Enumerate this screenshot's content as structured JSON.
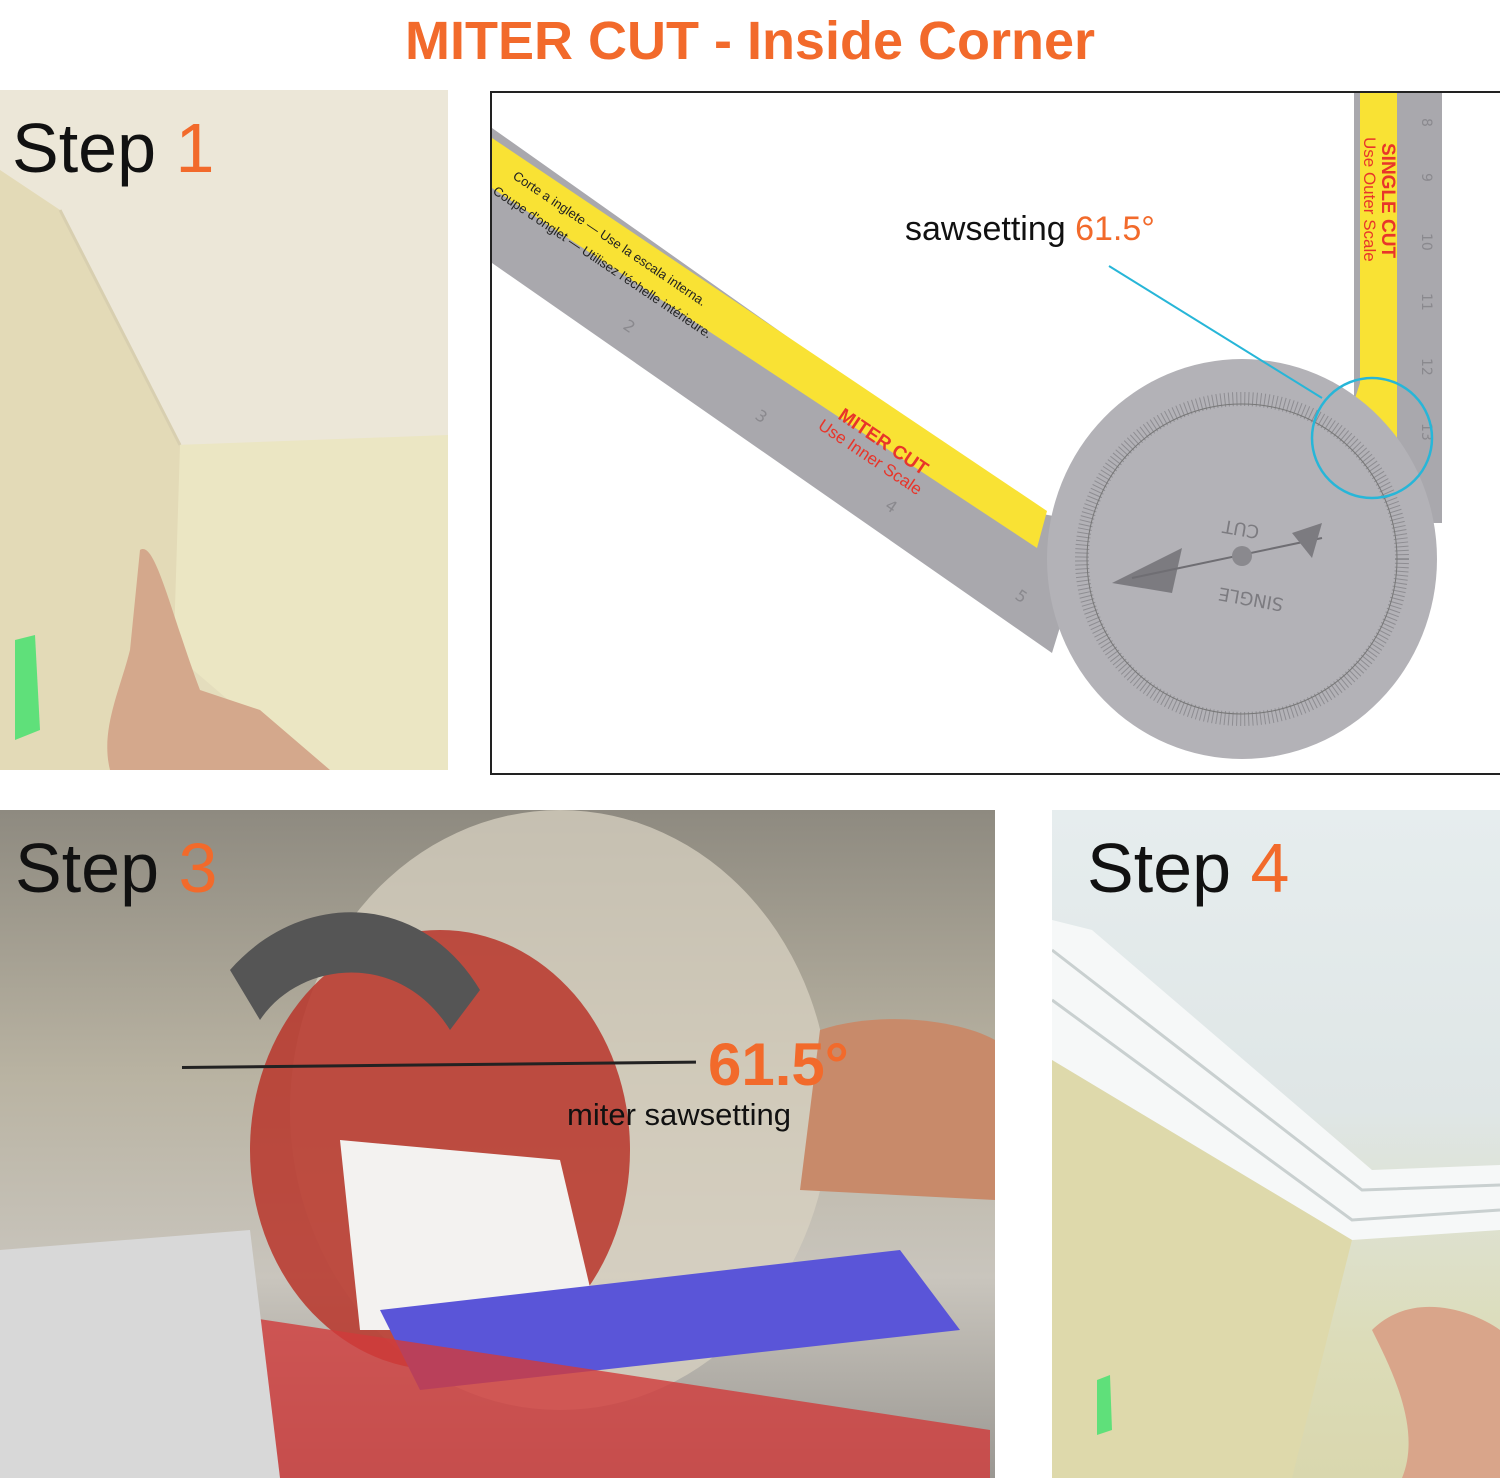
{
  "title": "MITER CUT - Inside Corner",
  "steps": [
    {
      "word": "Step",
      "number": "1"
    },
    {
      "word": "Step",
      "number": "3"
    },
    {
      "word": "Step",
      "number": "4"
    }
  ],
  "protractor": {
    "callout_label": "sawsetting",
    "callout_value": "61.5°",
    "arm_text_es": "Corte a inglete — Use la escala interna.",
    "arm_text_fr": "Coupe d'onglet — Utilisez l'échelle intérieure.",
    "miter_title": "MITER CUT",
    "miter_sub": "Use Inner Scale",
    "single_title": "SINGLE CUT",
    "single_sub": "Use Outer Scale",
    "dial_cut": "CUT",
    "dial_single": "SINGLE",
    "ruler_marks": [
      "2",
      "3",
      "4",
      "5"
    ],
    "side_ruler_marks": [
      "8",
      "9",
      "10",
      "11",
      "12",
      "13"
    ],
    "colors": {
      "yellow": "#f9e234",
      "gray": "#a9a8ad",
      "callout": "#27b6d8",
      "red": "#e8352a"
    }
  },
  "step3": {
    "angle": "61.5°",
    "caption": "miter sawsetting"
  },
  "accent_color": "#f26a2b"
}
